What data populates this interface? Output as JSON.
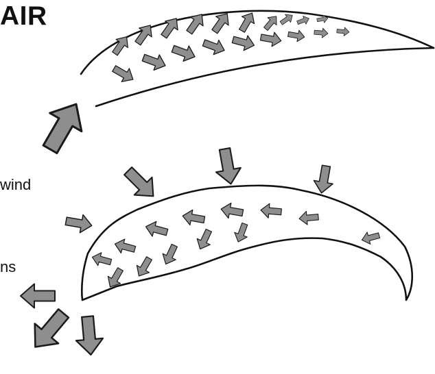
{
  "header": {
    "title": "AIR"
  },
  "labels": {
    "wind_fragment": "wind",
    "ns_fragment": "ns"
  },
  "icons": {
    "flow_arrow": "arrow-icon",
    "upper_shape": "wing-outline",
    "lower_shape": "crescent-outline"
  },
  "colors": {
    "arrow_fill": "#8e8e8e",
    "stroke": "#1a1a1a"
  }
}
